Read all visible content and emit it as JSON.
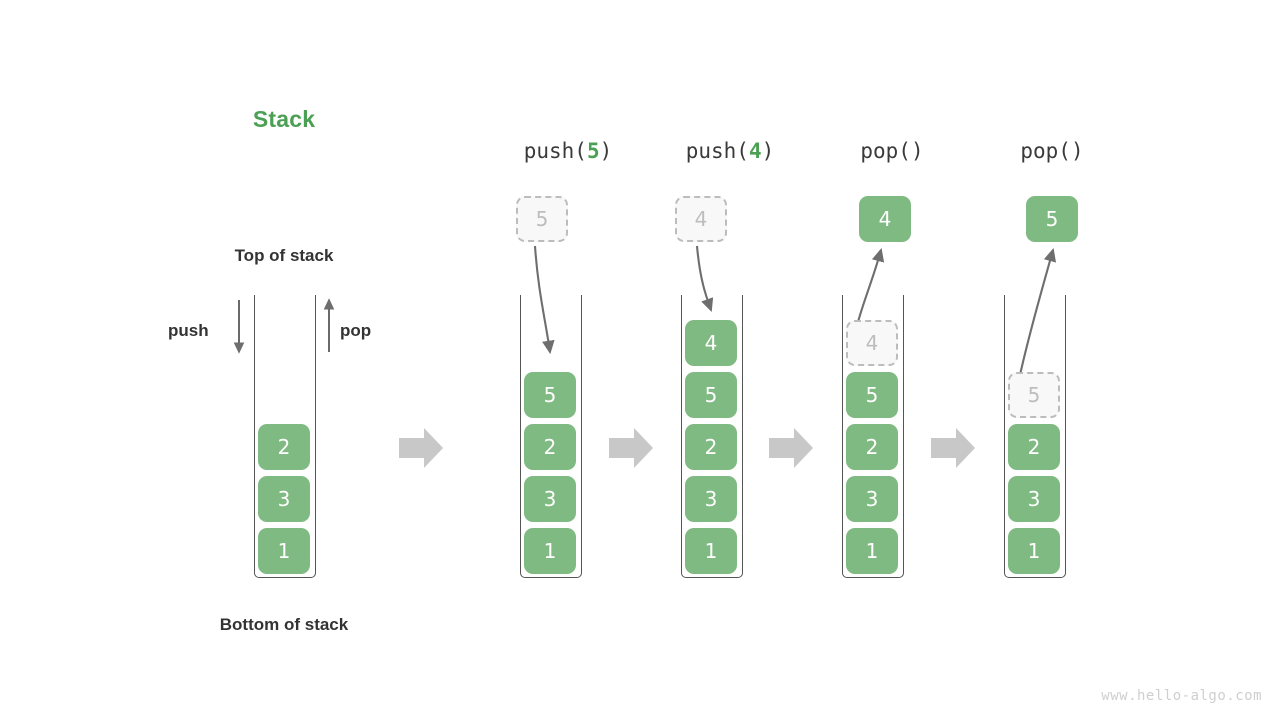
{
  "title": "Stack",
  "labels": {
    "top_of_stack": "Top of stack",
    "bottom_of_stack": "Bottom of stack",
    "push": "push",
    "pop": "pop"
  },
  "colors": {
    "accent_green": "#4CA054",
    "cell_green": "#7FBA82",
    "ghost_border": "#bcbcbc",
    "ghost_fill": "#f8f8f8",
    "ghost_text": "#bdbdbd",
    "container_stroke": "#555555",
    "arrow_gray": "#6e6e6e",
    "flow_arrow_gray": "#c8c8c8",
    "text_dark": "#333333",
    "watermark": "#cfcfcf"
  },
  "watermark": "www.hello-algo.com",
  "initial_stack": {
    "name": "initial",
    "cells": [
      "2",
      "3",
      "1"
    ]
  },
  "steps": [
    {
      "id": "push-5",
      "header_fn": "push(",
      "header_arg": "5",
      "header_close": ")",
      "floating": {
        "value": "5",
        "style": "ghost"
      },
      "arrow_dir": "down",
      "stack": [
        {
          "value": "5",
          "style": "solid"
        },
        {
          "value": "2",
          "style": "solid"
        },
        {
          "value": "3",
          "style": "solid"
        },
        {
          "value": "1",
          "style": "solid"
        }
      ]
    },
    {
      "id": "push-4",
      "header_fn": "push(",
      "header_arg": "4",
      "header_close": ")",
      "floating": {
        "value": "4",
        "style": "ghost"
      },
      "arrow_dir": "down",
      "stack": [
        {
          "value": "4",
          "style": "solid"
        },
        {
          "value": "5",
          "style": "solid"
        },
        {
          "value": "2",
          "style": "solid"
        },
        {
          "value": "3",
          "style": "solid"
        },
        {
          "value": "1",
          "style": "solid"
        }
      ]
    },
    {
      "id": "pop-1",
      "header_fn": "pop(",
      "header_arg": "",
      "header_close": ")",
      "floating": {
        "value": "4",
        "style": "solid"
      },
      "arrow_dir": "up",
      "stack": [
        {
          "value": "4",
          "style": "ghost"
        },
        {
          "value": "5",
          "style": "solid"
        },
        {
          "value": "2",
          "style": "solid"
        },
        {
          "value": "3",
          "style": "solid"
        },
        {
          "value": "1",
          "style": "solid"
        }
      ]
    },
    {
      "id": "pop-2",
      "header_fn": "pop(",
      "header_arg": "",
      "header_close": ")",
      "floating": {
        "value": "5",
        "style": "solid"
      },
      "arrow_dir": "up",
      "stack": [
        {
          "value": "",
          "style": "empty"
        },
        {
          "value": "5",
          "style": "ghost"
        },
        {
          "value": "2",
          "style": "solid"
        },
        {
          "value": "3",
          "style": "solid"
        },
        {
          "value": "1",
          "style": "solid"
        }
      ]
    }
  ]
}
